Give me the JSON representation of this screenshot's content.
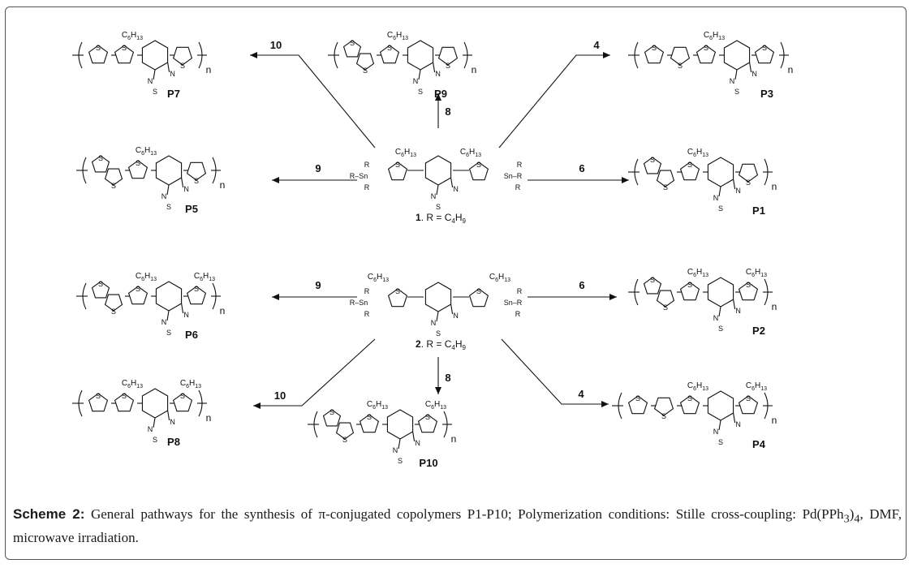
{
  "compounds": [
    {
      "id": "m1",
      "name_num": "1",
      "name_rest": ". R = C",
      "name_sub": "4",
      "name_tail": "H",
      "name_sub2": "9"
    },
    {
      "id": "m2",
      "name_num": "2",
      "name_rest": ". R = C",
      "name_sub": "4",
      "name_tail": "H",
      "name_sub2": "9"
    }
  ],
  "substituent": {
    "c": "C",
    "c_sub": "6",
    "h": "H",
    "h_sub": "13"
  },
  "atoms": {
    "S": "S",
    "N": "N",
    "Sn": "Sn",
    "R": "R",
    "n": "n"
  },
  "polymers": [
    "P1",
    "P2",
    "P3",
    "P4",
    "P5",
    "P6",
    "P7",
    "P8",
    "P9",
    "P10"
  ],
  "arrows": [
    "6",
    "4",
    "9",
    "10",
    "8",
    "6",
    "9",
    "10",
    "8",
    "4"
  ],
  "caption": {
    "label": "Scheme 2:",
    "text": " General pathways for the synthesis of π-conjugated copolymers P1-P10; Polymerization conditions: Stille cross-coupling: Pd(PPh",
    "sub1": "3",
    "text2": ")",
    "sub2": "4",
    "text3": ", DMF, microwave irradiation."
  }
}
